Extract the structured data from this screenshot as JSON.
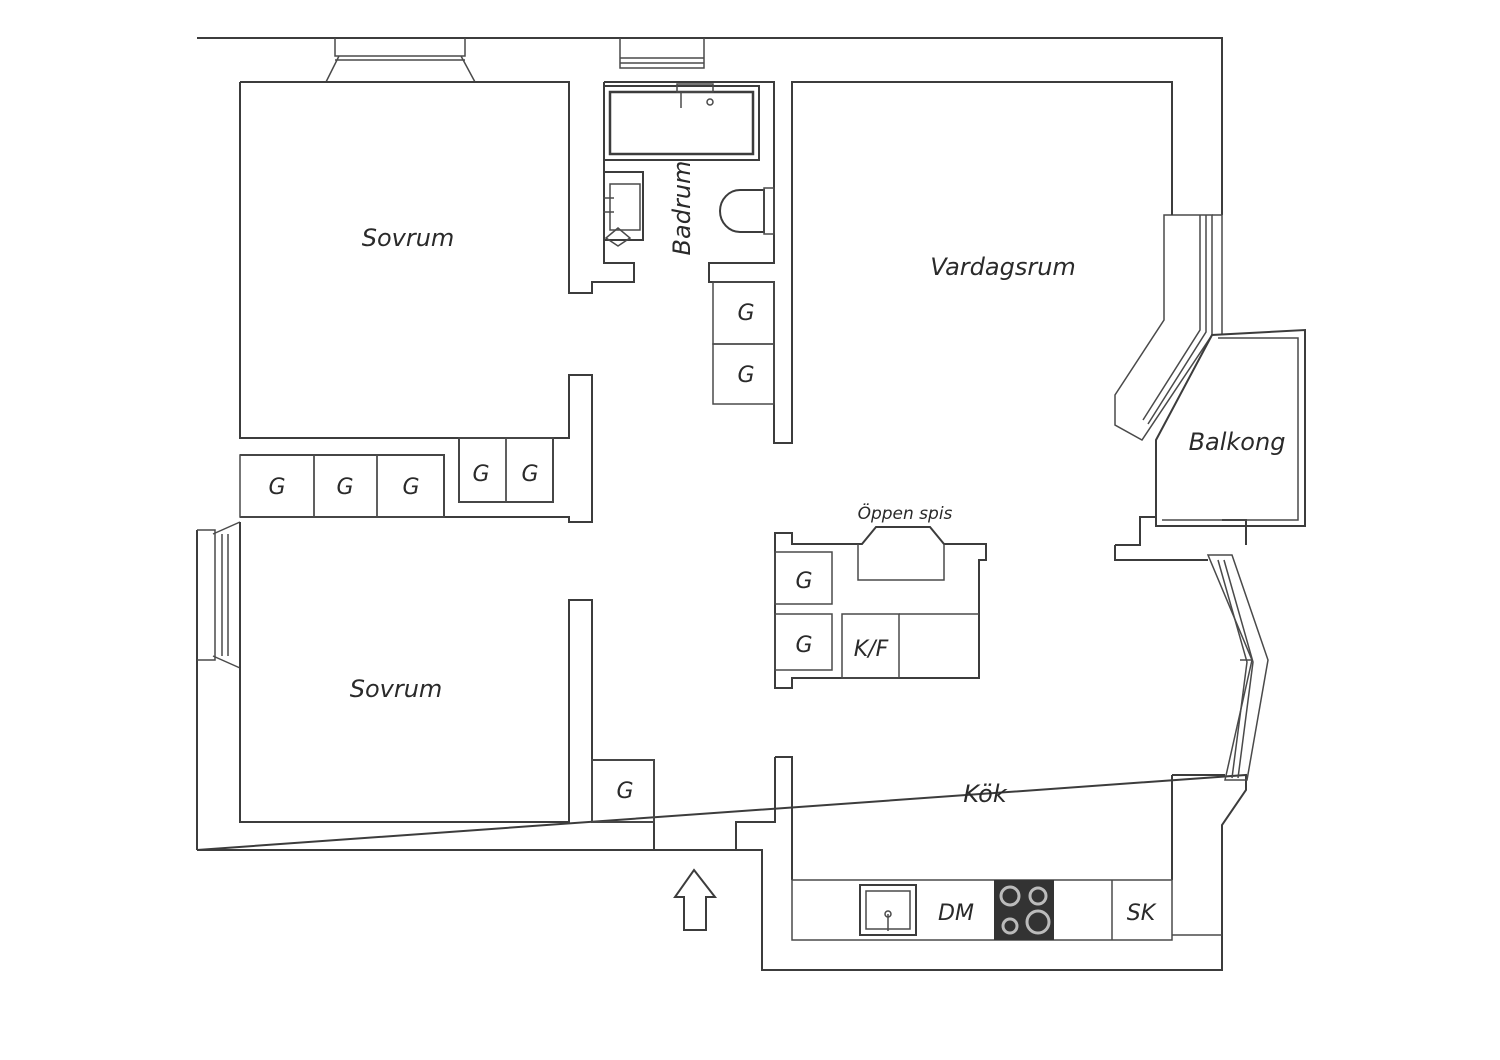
{
  "rooms": {
    "sovrum_top": "Sovrum",
    "sovrum_bottom": "Sovrum",
    "badrum": "Badrum",
    "vardagsrum": "Vardagsrum",
    "balkong": "Balkong",
    "kok": "Kök"
  },
  "fixtures": {
    "garderob": "G",
    "kyl_frys": "K/F",
    "diskmaskin": "DM",
    "skap": "SK",
    "oppen_spis": "Öppen spis"
  },
  "icons": {
    "entrance": "entrance-arrow-icon",
    "sink": "kitchen-sink-icon",
    "stove": "stove-icon",
    "bathtub": "bathtub-icon",
    "toilet": "toilet-icon",
    "washbasin": "washbasin-icon"
  },
  "colors": {
    "line": "#3c3c3c",
    "stove": "#333333",
    "background": "#ffffff"
  }
}
